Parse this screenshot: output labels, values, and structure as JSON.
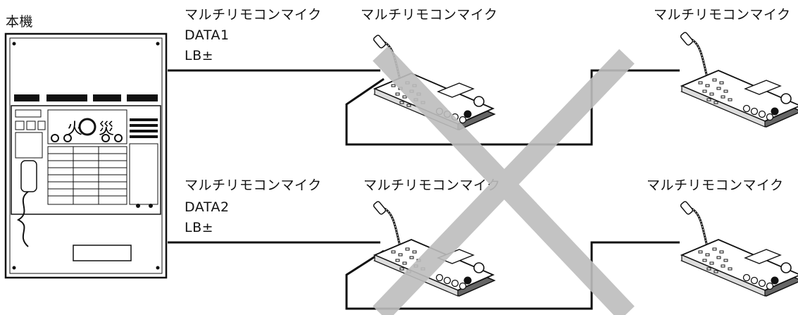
{
  "main_unit": {
    "label": "本機"
  },
  "upper_row": {
    "main_line_label": "マルチリモコンマイク",
    "data_label": "DATA1",
    "lb_label": "LB±",
    "mic_center_label": "マルチリモコンマイク",
    "mic_right_label": "マルチリモコンマイク"
  },
  "lower_row": {
    "main_line_label": "マルチリモコンマイク",
    "data_label": "DATA2",
    "lb_label": "LB±",
    "mic_center_label": "マルチリモコンマイク",
    "mic_right_label": "マルチリモコンマイク"
  },
  "panel_text": {
    "fire_1": "火",
    "fire_2": "災"
  },
  "colors": {
    "line": "#111111",
    "cross": "#bdbdbd",
    "device_body": "#ffffff"
  }
}
